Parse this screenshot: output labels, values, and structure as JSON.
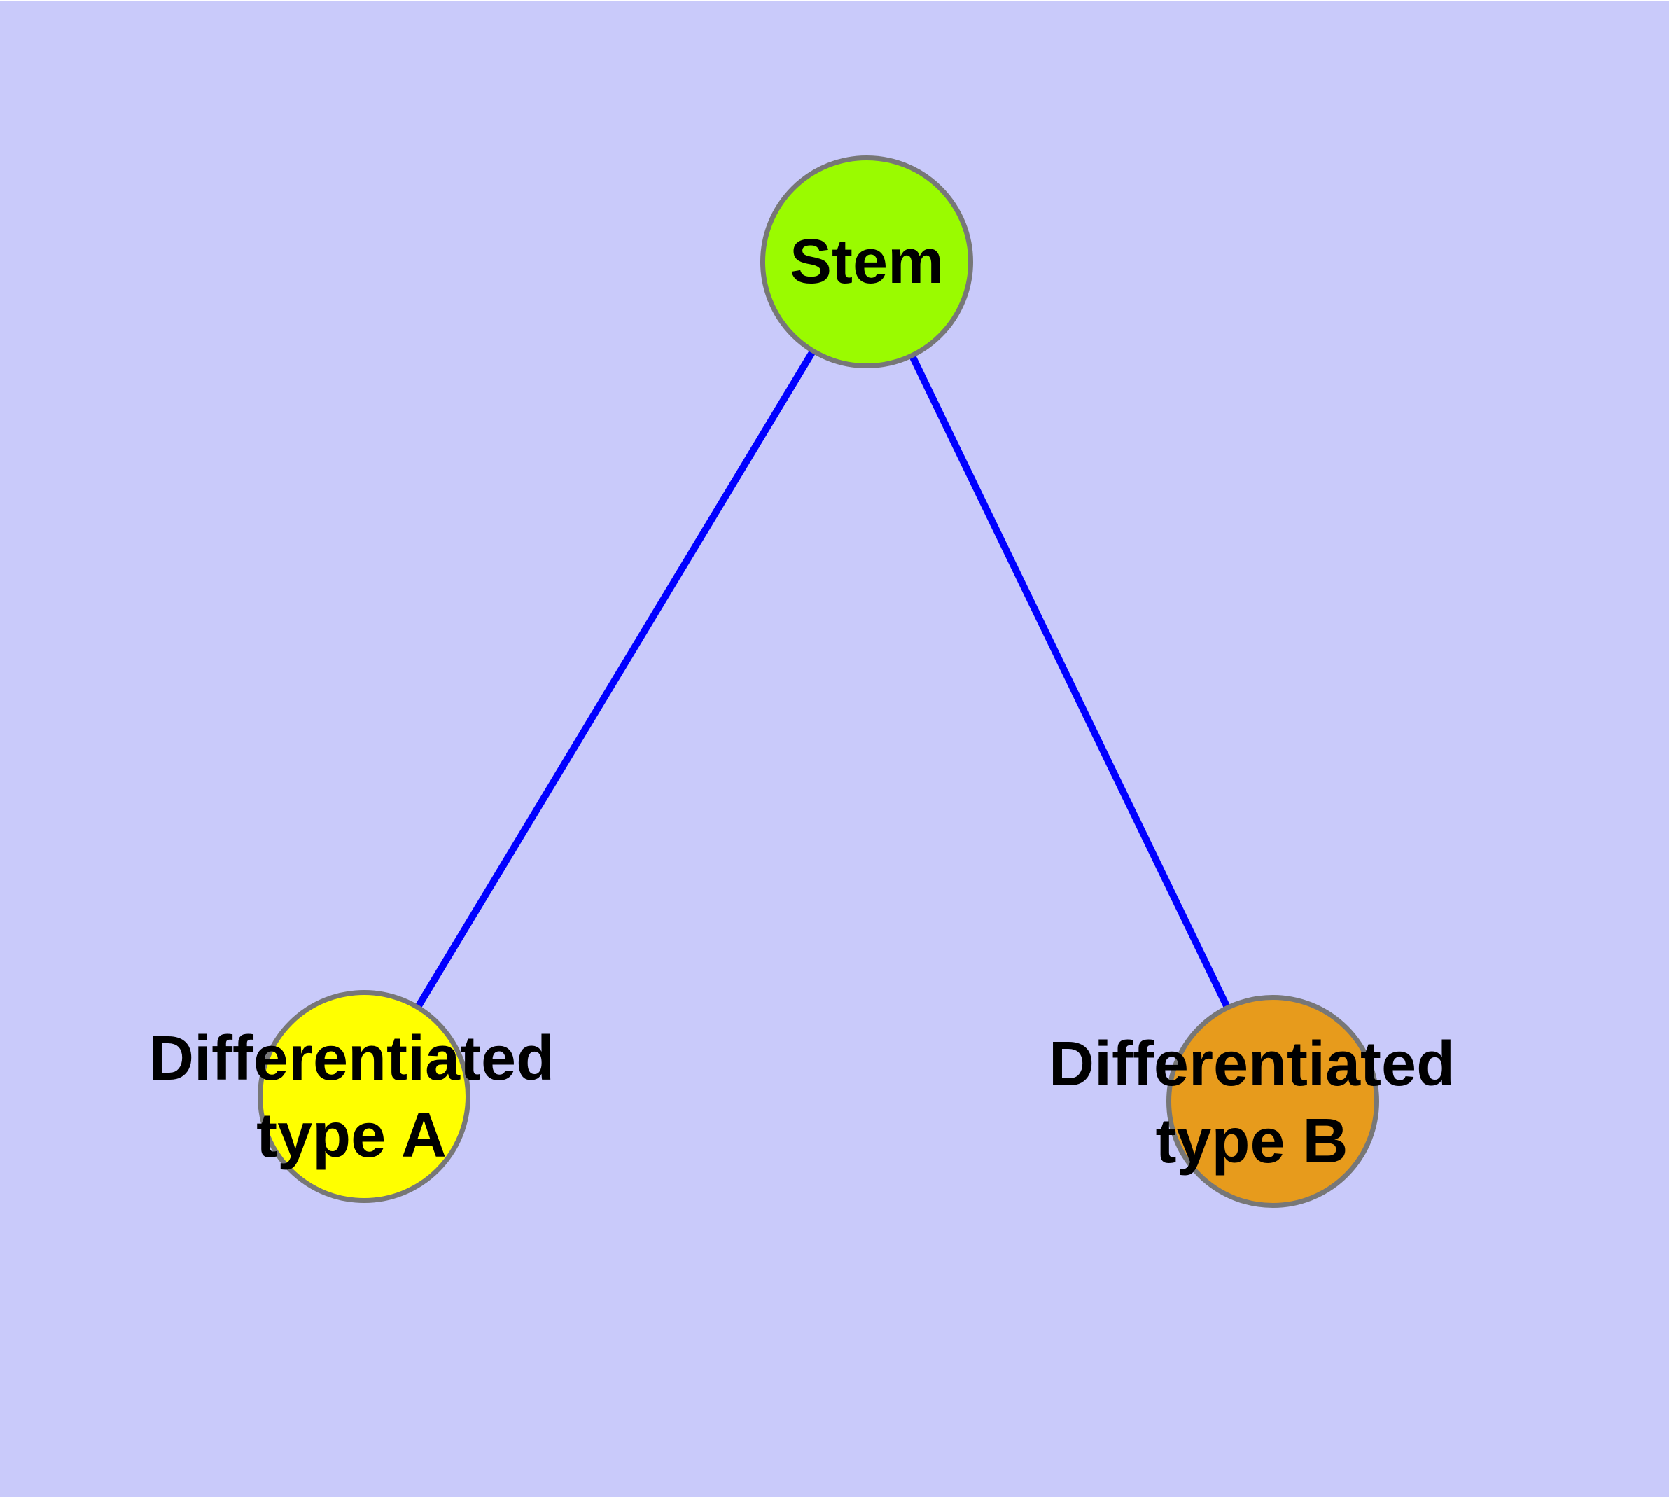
{
  "diagram": {
    "type": "node-link-graph",
    "background_color": "#C9CAFA",
    "edge_color": "#0000FF",
    "node_border_color": "#777777",
    "text_color": "#000000",
    "nodes": [
      {
        "id": "stem",
        "label": "Stem",
        "fill_color": "#9AFB00"
      },
      {
        "id": "differentiated-type-a",
        "label": "Differentiated\ntype A",
        "fill_color": "#FFFF00"
      },
      {
        "id": "differentiated-type-b",
        "label": "Differentiated\ntype B",
        "fill_color": "#E79B1C"
      }
    ],
    "edges": [
      {
        "from": "Stem",
        "to": "Differentiated type A"
      },
      {
        "from": "Stem",
        "to": "Differentiated type B"
      }
    ]
  }
}
